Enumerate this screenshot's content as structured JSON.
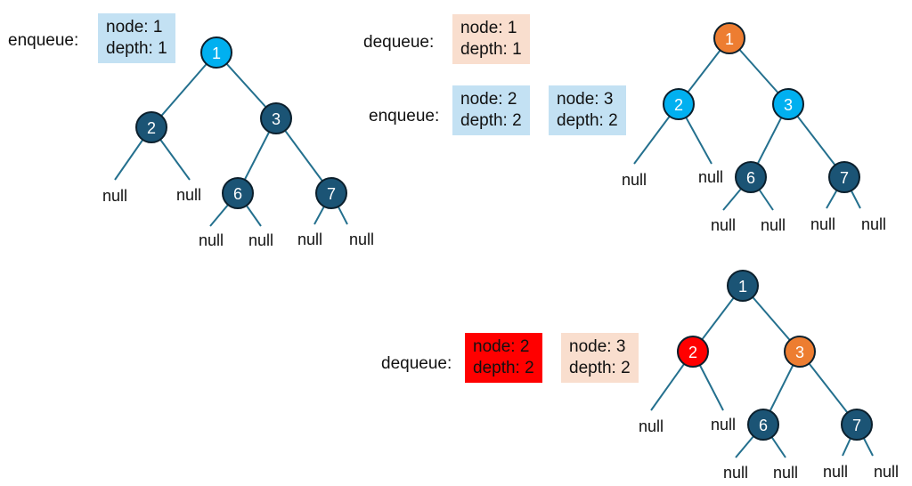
{
  "panel1": {
    "op_label": "enqueue:",
    "boxes": [
      {
        "node": "node: 1",
        "depth": "depth: 1"
      }
    ]
  },
  "panel2": {
    "dequeue_label": "dequeue:",
    "dequeue_box": {
      "node": "node: 1",
      "depth": "depth: 1"
    },
    "enqueue_label": "enqueue:",
    "enqueue_boxes": [
      {
        "node": "node: 2",
        "depth": "depth: 2"
      },
      {
        "node": "node: 3",
        "depth": "depth: 2"
      }
    ]
  },
  "panel3": {
    "dequeue_label": "dequeue:",
    "boxes": [
      {
        "node": "node: 2",
        "depth": "depth: 2"
      },
      {
        "node": "node: 3",
        "depth": "depth: 2"
      }
    ]
  },
  "colors": {
    "default_node": "#1b5475",
    "enqueued_node": "#00b0f0",
    "dequeued_node": "#ed7d31",
    "current_node": "#ff0000",
    "edge": "#24708e",
    "queue_box": "#c3e1f3",
    "dequeue_box": "#f9dece",
    "current_box": "#ff0000"
  },
  "trees": [
    {
      "id": "tree1",
      "node_labels": {
        "n1": "1",
        "n2": "2",
        "n3": "3",
        "n6": "6",
        "n7": "7"
      },
      "node_states": {
        "n1": "enqueued",
        "n2": "default",
        "n3": "default",
        "n6": "default",
        "n7": "default"
      },
      "null_label": "null"
    },
    {
      "id": "tree2",
      "node_labels": {
        "n1": "1",
        "n2": "2",
        "n3": "3",
        "n6": "6",
        "n7": "7"
      },
      "node_states": {
        "n1": "dequeued",
        "n2": "enqueued",
        "n3": "enqueued",
        "n6": "default",
        "n7": "default"
      },
      "null_label": "null"
    },
    {
      "id": "tree3",
      "node_labels": {
        "n1": "1",
        "n2": "2",
        "n3": "3",
        "n6": "6",
        "n7": "7"
      },
      "node_states": {
        "n1": "default",
        "n2": "current",
        "n3": "dequeued",
        "n6": "default",
        "n7": "default"
      },
      "null_label": "null"
    }
  ]
}
